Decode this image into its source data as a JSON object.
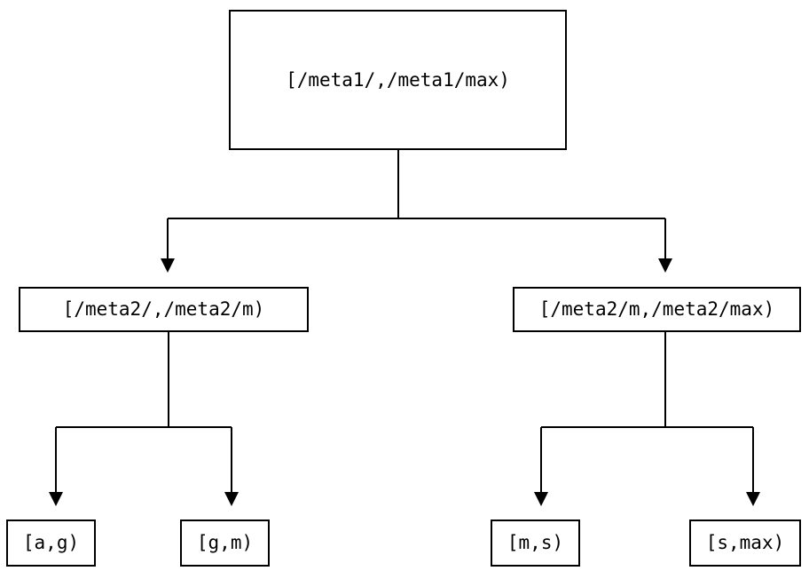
{
  "diagram": {
    "kind": "tree",
    "title": "",
    "background_color": "#ffffff",
    "stroke_color": "#000000",
    "text_color": "#000000",
    "stroke_width": 2,
    "levels": 3,
    "nodes": {
      "root": {
        "label": "[/meta1/,/meta1/max)"
      },
      "mid_left": {
        "label": "[/meta2/,/meta2/m)"
      },
      "mid_right": {
        "label": "[/meta2/m,/meta2/max)"
      },
      "leaf_1": {
        "label": "[a,g)"
      },
      "leaf_2": {
        "label": "[g,m)"
      },
      "leaf_3": {
        "label": "[m,s)"
      },
      "leaf_4": {
        "label": "[s,max)"
      }
    },
    "edges": [
      {
        "from": "root",
        "to": "mid_left",
        "arrow": "down"
      },
      {
        "from": "root",
        "to": "mid_right",
        "arrow": "down"
      },
      {
        "from": "mid_left",
        "to": "leaf_1",
        "arrow": "down"
      },
      {
        "from": "mid_left",
        "to": "leaf_2",
        "arrow": "down"
      },
      {
        "from": "mid_right",
        "to": "leaf_3",
        "arrow": "down"
      },
      {
        "from": "mid_right",
        "to": "leaf_4",
        "arrow": "down"
      }
    ]
  }
}
